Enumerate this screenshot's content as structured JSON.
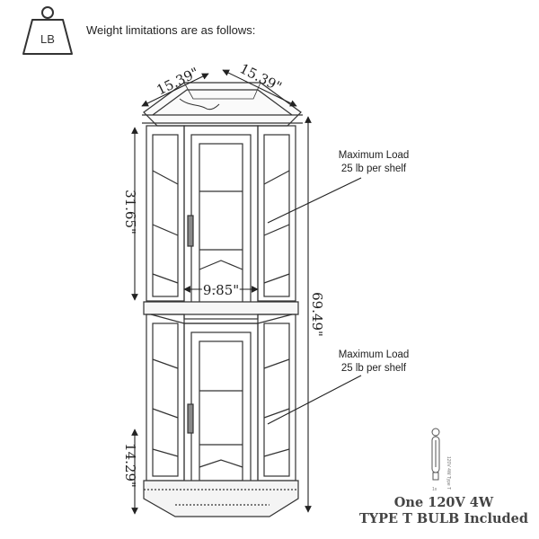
{
  "weight_icon": {
    "icon": "weight-lb-icon",
    "label": "LB"
  },
  "header": {
    "text": "Weight limitations are as follows:"
  },
  "dimensions": {
    "left_depth": "15.39\"",
    "right_depth": "15.39\"",
    "upper_height": "31.65\"",
    "total_height": "69.49\"",
    "door_width": "9.85\"",
    "base_height": "14.29\""
  },
  "loads": {
    "upper": {
      "line1": "Maximum Load",
      "line2": "25 lb per shelf"
    },
    "lower": {
      "line1": "Maximum Load",
      "line2": "25 lb per shelf"
    }
  },
  "bulb": {
    "icon": "light-bulb-icon",
    "line1": "One 120V 4W",
    "line2": "TYPE T BULB Included"
  },
  "colors": {
    "line": "#333333",
    "accent": "#555555"
  }
}
